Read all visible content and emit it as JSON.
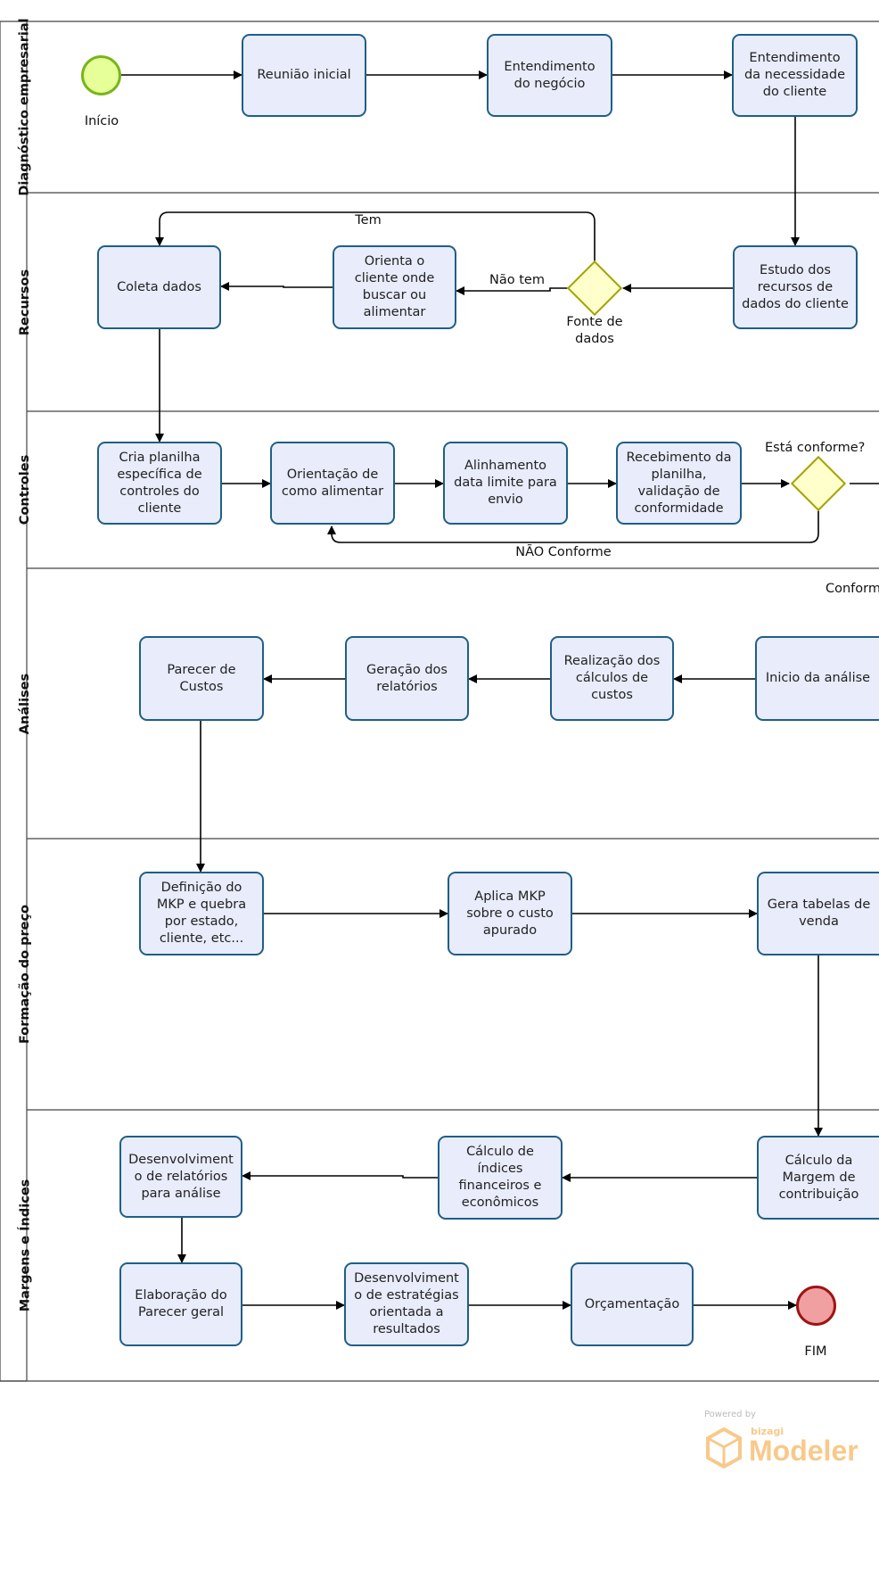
{
  "lanes": [
    {
      "label": "Diagnóstico empresarial"
    },
    {
      "label": "Recursos"
    },
    {
      "label": "Controles"
    },
    {
      "label": "Análises"
    },
    {
      "label": "Formação do preço"
    },
    {
      "label": "Margens e Índices"
    }
  ],
  "events": {
    "start": "Início",
    "end": "FIM"
  },
  "tasks": {
    "reuniao_inicial": "Reunião inicial",
    "entendimento_negocio": "Entendimento\ndo negócio",
    "entendimento_necessidade": "Entendimento\nda necessidade\ndo cliente",
    "estudo_recursos": "Estudo dos\nrecursos de\ndados do cliente",
    "orienta_cliente": "Orienta o\ncliente onde\nbuscar ou\nalimentar",
    "coleta_dados": "Coleta dados",
    "cria_planilha": "Cria planilha\nespecífica de\ncontroles do\ncliente",
    "orientacao_alimentar": "Orientação de\ncomo alimentar",
    "alinhamento_data": "Alinhamento\ndata limite para\nenvio",
    "recebimento_planilha": "Recebimento da\nplanilha,\nvalidação de\nconformidade",
    "inicio_analise": "Inicio da análise",
    "realizacao_calculos": "Realização dos\ncálculos de\ncustos",
    "geracao_relatorios": "Geração dos\nrelatórios",
    "parecer_custos": "Parecer de\nCustos",
    "definicao_mkp": "Definição do\nMKP e quebra\npor estado,\ncliente, etc...",
    "aplica_mkp": "Aplica MKP\nsobre o custo\napurado",
    "gera_tabelas": "Gera tabelas de\nvenda",
    "calculo_margem": "Cálculo da\nMargem de\ncontribuição",
    "calculo_indices": "Cálculo de\níndices\nfinanceiros e\neconômicos",
    "desenvolvimento_relatorios": "Desenvolviment\no de relatórios\npara análise",
    "elaboracao_parecer": "Elaboração do\nParecer geral",
    "desenvolvimento_estrategias": "Desenvolviment\no de estratégias\norientada a\nresultados",
    "orcamentacao": "Orçamentação"
  },
  "gateways": {
    "fonte_dados": "Fonte de\ndados",
    "esta_conforme": "Está conforme?"
  },
  "flow_labels": {
    "tem": "Tem",
    "nao_tem": "Não tem",
    "nao_conforme": "NÃO Conforme",
    "conforme": "Conform"
  },
  "branding": {
    "powered_by": "Powered by",
    "vendor": "bizagi",
    "product": "Modeler",
    "brand_color": "#f5a623"
  },
  "colors": {
    "task_fill": "#e8ecfb",
    "task_border": "#1f5f87",
    "gateway_fill": "#ffffcc",
    "gateway_border": "#a3a300",
    "start_fill": "#e6ff99",
    "end_fill": "#f0a0a0"
  }
}
